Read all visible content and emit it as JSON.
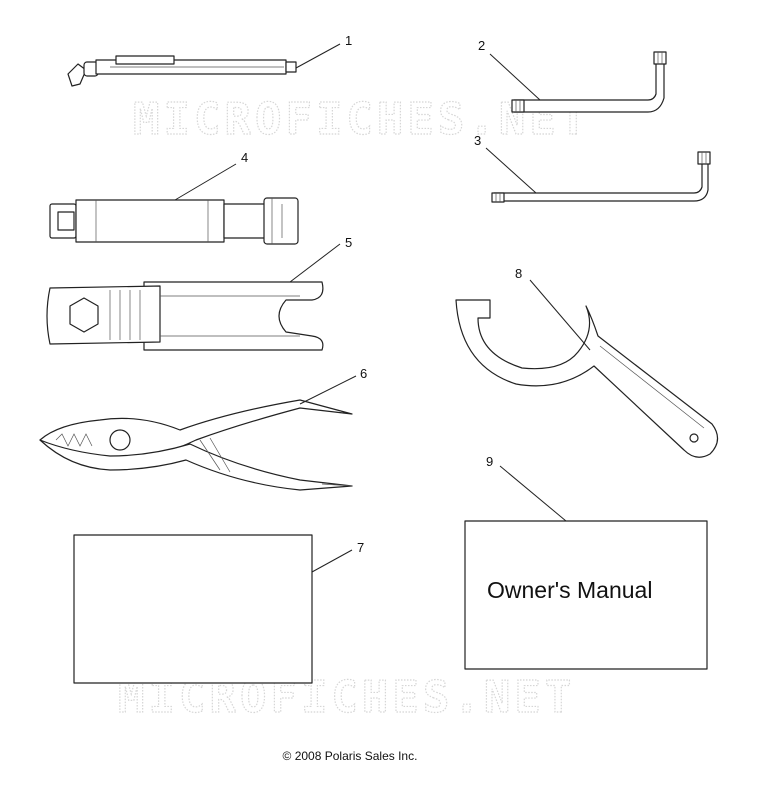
{
  "watermark_text": "MICROFICHES.NET",
  "parts": [
    {
      "number": "1"
    },
    {
      "number": "2"
    },
    {
      "number": "3"
    },
    {
      "number": "4"
    },
    {
      "number": "5"
    },
    {
      "number": "6"
    },
    {
      "number": "7"
    },
    {
      "number": "8"
    },
    {
      "number": "9"
    }
  ],
  "manual_label": "Owner's Manual",
  "copyright": "© 2008 Polaris Sales Inc."
}
